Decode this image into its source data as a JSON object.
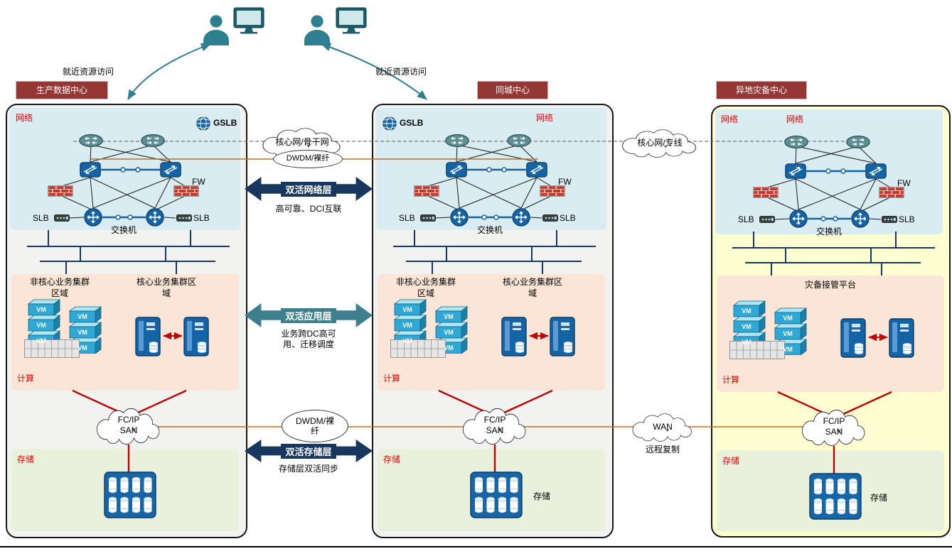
{
  "common": {
    "vm": "VM"
  },
  "top": {
    "access_left": "就近资源访问",
    "access_right": "就近资源访问"
  },
  "interlinks": {
    "backbone_cloud": "核心网/骨干网",
    "dwdm_top": "DWDM/裸纤",
    "net_arrow": "双活网络层",
    "net_desc": "高可靠、DCI互联",
    "app_arrow": "双活应用层",
    "app_desc": "业务跨DC高可用、迁移调度",
    "dwdm_bottom": "DWDM/裸纤",
    "storage_arrow": "双活存储层",
    "storage_desc": "存储层双活同步",
    "dedicated_cloud": "核心网/专线",
    "wan": "WAN",
    "wan_desc": "远程复制"
  },
  "centers": [
    {
      "title": "生产数据中心",
      "network_label": "网络",
      "gslb": "GSLB",
      "fw": "FW",
      "slb_left": "SLB",
      "slb_right": "SLB",
      "switch_label": "交换机",
      "noncore_cluster": "非核心业务集群区域",
      "core_cluster": "核心业务集群区域",
      "compute_label": "计算",
      "san": "FC/IP SAN",
      "storage_zone": "存储"
    },
    {
      "title": "同城中心",
      "network_label": "网络",
      "gslb": "GSLB",
      "fw": "FW",
      "slb_left": "SLB",
      "slb_right": "SLB",
      "switch_label": "交换机",
      "noncore_cluster": "非核心业务集群区域",
      "core_cluster": "核心业务集群区域",
      "compute_label": "计算",
      "san": "FC/IP SAN",
      "storage_zone": "存储",
      "storage_item": "存储"
    },
    {
      "title": "异地灾备中心",
      "network_label": "网络",
      "network_label_2": "网络",
      "fw": "FW",
      "slb_left": "SLB",
      "slb_right": "SLB",
      "switch_label": "交换机",
      "platform": "灾备接管平台",
      "compute_label": "计算",
      "san": "FC/IP SAN",
      "storage_zone": "存储",
      "storage_item": "存储"
    }
  ]
}
